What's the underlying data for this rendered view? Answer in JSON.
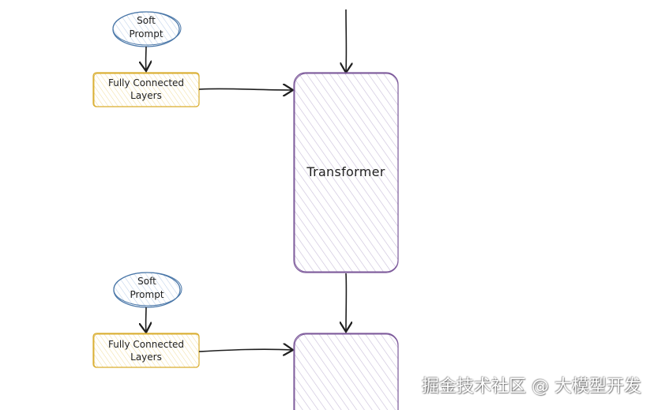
{
  "diagram": {
    "soft_prompt_top": {
      "line1": "Soft",
      "line2": "Prompt"
    },
    "fully_connected_top": {
      "line1": "Fully Connected",
      "line2": "Layers"
    },
    "transformer": {
      "label": "Transformer"
    },
    "soft_prompt_bottom": {
      "line1": "Soft",
      "line2": "Prompt"
    },
    "fully_connected_bottom": {
      "line1": "Fully Connected",
      "line2": "Layers"
    }
  },
  "watermark": {
    "text": "掘金技术社区 @ 大模型开发"
  },
  "colors": {
    "soft_prompt_fill": "#dbe7f5",
    "soft_prompt_stroke": "#4a77a8",
    "fc_fill": "#fff8dc",
    "fc_stroke": "#d9ad2f",
    "transformer_stroke": "#7d5a9b",
    "transformer_hatch": "#c8bdd8",
    "arrow": "#1f1f1f"
  }
}
